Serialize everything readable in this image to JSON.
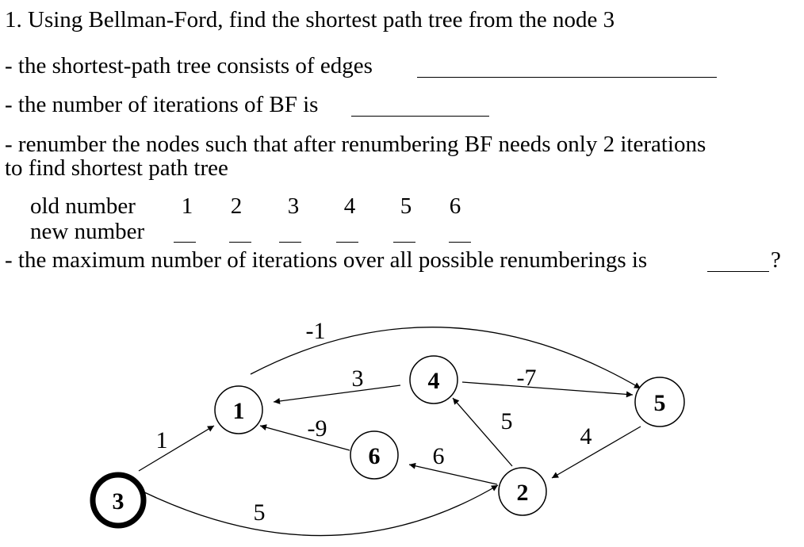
{
  "question": {
    "title": "1. Using Bellman-Ford, find the shortest path tree from the node 3",
    "q_edges": "- the shortest-path tree consists of edges",
    "q_iterations": "- the number of iterations of BF is",
    "q_renumber_1": "- renumber the nodes such that after renumbering BF needs only 2 iterations",
    "q_renumber_2": "to find shortest path tree",
    "old_label": "old number",
    "new_label": "new number",
    "old_numbers": [
      "1",
      "2",
      "3",
      "4",
      "5",
      "6"
    ],
    "q_max": "- the maximum number of iterations over all possible renumberings is",
    "q_max_end": "?"
  },
  "graph": {
    "nodes": [
      {
        "id": "1",
        "label": "1"
      },
      {
        "id": "2",
        "label": "2"
      },
      {
        "id": "3",
        "label": "3",
        "source": true
      },
      {
        "id": "4",
        "label": "4"
      },
      {
        "id": "5",
        "label": "5"
      },
      {
        "id": "6",
        "label": "6"
      }
    ],
    "edges": [
      {
        "from": "3",
        "to": "1",
        "weight": "1"
      },
      {
        "from": "3",
        "to": "2",
        "weight": "5"
      },
      {
        "from": "1",
        "to": "5",
        "weight": "-1"
      },
      {
        "from": "4",
        "to": "1",
        "weight": "3"
      },
      {
        "from": "4",
        "to": "5",
        "weight": "-7"
      },
      {
        "from": "6",
        "to": "1",
        "weight": "-9"
      },
      {
        "from": "2",
        "to": "4",
        "weight": "5"
      },
      {
        "from": "2",
        "to": "6",
        "weight": "6"
      },
      {
        "from": "5",
        "to": "2",
        "weight": "4"
      }
    ]
  }
}
